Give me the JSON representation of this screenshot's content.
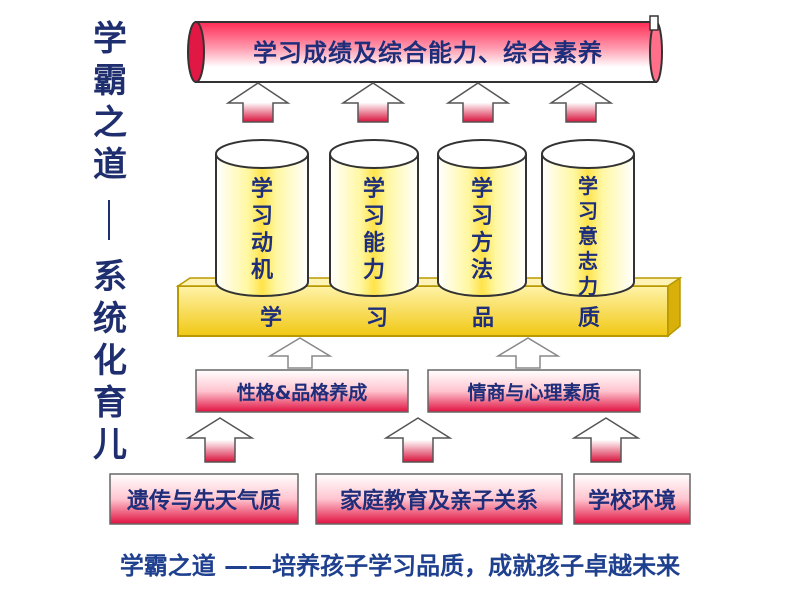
{
  "side_title": [
    "学",
    "霸",
    "之",
    "道",
    "系",
    "统",
    "化",
    "育",
    "儿"
  ],
  "top_banner": "学习成绩及综合能力、综合素养",
  "pillars": [
    {
      "chars": [
        "学",
        "习",
        "动",
        "机"
      ]
    },
    {
      "chars": [
        "学",
        "习",
        "能",
        "力"
      ]
    },
    {
      "chars": [
        "学",
        "习",
        "方",
        "法"
      ]
    },
    {
      "chars": [
        "学",
        "习",
        "意",
        "志",
        "力"
      ]
    }
  ],
  "plank": [
    "学",
    "习",
    "品",
    "质"
  ],
  "middle_boxes": [
    "性格&品格养成",
    "情商与心理素质"
  ],
  "bottom_boxes": [
    "遗传与先天气质",
    "家庭教育及亲子关系",
    "学校环境"
  ],
  "footer": "学霸之道 ——培养孩子学习品质，成就孩子卓越未来",
  "colors": {
    "text": "#1e2e7a",
    "accent": "#d8123b",
    "plank": "#f7d21c",
    "footer": "#1f3f8f"
  }
}
